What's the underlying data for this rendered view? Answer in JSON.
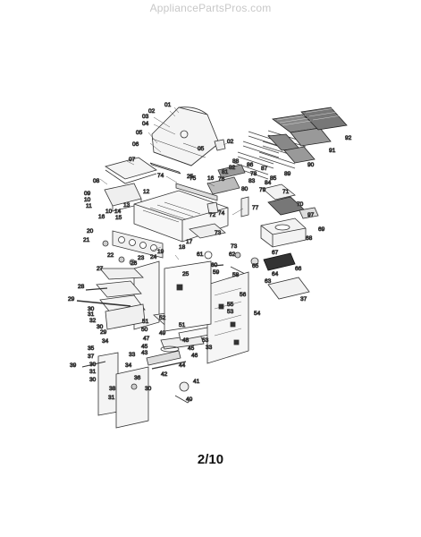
{
  "watermark": "AppliancePartsPros.com",
  "page_label": "2/10",
  "callouts": [
    {
      "id": "c01",
      "text": "01"
    },
    {
      "id": "c02a",
      "text": "02"
    },
    {
      "id": "c02b",
      "text": "02"
    },
    {
      "id": "c03",
      "text": "03"
    },
    {
      "id": "c04",
      "text": "04"
    },
    {
      "id": "c05a",
      "text": "05"
    },
    {
      "id": "c05b",
      "text": "05"
    },
    {
      "id": "c06",
      "text": "06"
    },
    {
      "id": "c07",
      "text": "07"
    },
    {
      "id": "c08",
      "text": "08"
    },
    {
      "id": "c09",
      "text": "09"
    },
    {
      "id": "c10a",
      "text": "10"
    },
    {
      "id": "c11",
      "text": "11"
    },
    {
      "id": "c10b",
      "text": "10"
    },
    {
      "id": "c12",
      "text": "12"
    },
    {
      "id": "c13",
      "text": "13"
    },
    {
      "id": "c14",
      "text": "14"
    },
    {
      "id": "c15",
      "text": "15"
    },
    {
      "id": "c16a",
      "text": "16"
    },
    {
      "id": "c16b",
      "text": "16"
    },
    {
      "id": "c17",
      "text": "17"
    },
    {
      "id": "c18",
      "text": "18"
    },
    {
      "id": "c19",
      "text": "19"
    },
    {
      "id": "c20",
      "text": "20"
    },
    {
      "id": "c21",
      "text": "21"
    },
    {
      "id": "c22",
      "text": "22"
    },
    {
      "id": "c23",
      "text": "23"
    },
    {
      "id": "c24",
      "text": "24"
    },
    {
      "id": "c25a",
      "text": "25"
    },
    {
      "id": "c25b",
      "text": "25"
    },
    {
      "id": "c26",
      "text": "26"
    },
    {
      "id": "c27",
      "text": "27"
    },
    {
      "id": "c28",
      "text": "28"
    },
    {
      "id": "c29a",
      "text": "29"
    },
    {
      "id": "c29b",
      "text": "29"
    },
    {
      "id": "c30a",
      "text": "30"
    },
    {
      "id": "c31a",
      "text": "31"
    },
    {
      "id": "c32",
      "text": "32"
    },
    {
      "id": "c30b",
      "text": "30"
    },
    {
      "id": "c30c",
      "text": "30"
    },
    {
      "id": "c31b",
      "text": "31"
    },
    {
      "id": "c30d",
      "text": "30"
    },
    {
      "id": "c31c",
      "text": "31"
    },
    {
      "id": "c30e",
      "text": "30"
    },
    {
      "id": "c33a",
      "text": "33"
    },
    {
      "id": "c33b",
      "text": "33"
    },
    {
      "id": "c34a",
      "text": "34"
    },
    {
      "id": "c34b",
      "text": "34"
    },
    {
      "id": "c35",
      "text": "35"
    },
    {
      "id": "c36",
      "text": "36"
    },
    {
      "id": "c37a",
      "text": "37"
    },
    {
      "id": "c37b",
      "text": "37"
    },
    {
      "id": "c38",
      "text": "38"
    },
    {
      "id": "c39",
      "text": "39"
    },
    {
      "id": "c40",
      "text": "40"
    },
    {
      "id": "c41",
      "text": "41"
    },
    {
      "id": "c42",
      "text": "42"
    },
    {
      "id": "c43",
      "text": "43"
    },
    {
      "id": "c44",
      "text": "44"
    },
    {
      "id": "c45a",
      "text": "45"
    },
    {
      "id": "c45b",
      "text": "45"
    },
    {
      "id": "c46",
      "text": "46"
    },
    {
      "id": "c47",
      "text": "47"
    },
    {
      "id": "c48",
      "text": "48"
    },
    {
      "id": "c49",
      "text": "49"
    },
    {
      "id": "c50",
      "text": "50"
    },
    {
      "id": "c51a",
      "text": "51"
    },
    {
      "id": "c51b",
      "text": "51"
    },
    {
      "id": "c52",
      "text": "52"
    },
    {
      "id": "c53a",
      "text": "53"
    },
    {
      "id": "c53b",
      "text": "53"
    },
    {
      "id": "c54",
      "text": "54"
    },
    {
      "id": "c55",
      "text": "55"
    },
    {
      "id": "c56",
      "text": "56"
    },
    {
      "id": "c58",
      "text": "58"
    },
    {
      "id": "c59",
      "text": "59"
    },
    {
      "id": "c60",
      "text": "60"
    },
    {
      "id": "c61",
      "text": "61"
    },
    {
      "id": "c62",
      "text": "62"
    },
    {
      "id": "c63",
      "text": "63"
    },
    {
      "id": "c64",
      "text": "64"
    },
    {
      "id": "c65",
      "text": "65"
    },
    {
      "id": "c66",
      "text": "66"
    },
    {
      "id": "c67",
      "text": "67"
    },
    {
      "id": "c68",
      "text": "68"
    },
    {
      "id": "c69",
      "text": "69"
    },
    {
      "id": "c70",
      "text": "70"
    },
    {
      "id": "c71",
      "text": "71"
    },
    {
      "id": "c72",
      "text": "72"
    },
    {
      "id": "c73a",
      "text": "73"
    },
    {
      "id": "c73b",
      "text": "73"
    },
    {
      "id": "c74a",
      "text": "74"
    },
    {
      "id": "c74b",
      "text": "74"
    },
    {
      "id": "c75",
      "text": "75"
    },
    {
      "id": "c76",
      "text": "76"
    },
    {
      "id": "c77",
      "text": "77"
    },
    {
      "id": "c78",
      "text": "78"
    },
    {
      "id": "c79",
      "text": "79"
    },
    {
      "id": "c80",
      "text": "80"
    },
    {
      "id": "c81",
      "text": "81"
    },
    {
      "id": "c82",
      "text": "82"
    },
    {
      "id": "c83",
      "text": "83"
    },
    {
      "id": "c84",
      "text": "84"
    },
    {
      "id": "c85",
      "text": "85"
    },
    {
      "id": "c86",
      "text": "86"
    },
    {
      "id": "c87",
      "text": "87"
    },
    {
      "id": "c88",
      "text": "88"
    },
    {
      "id": "c89",
      "text": "89"
    },
    {
      "id": "c90",
      "text": "90"
    },
    {
      "id": "c91",
      "text": "91"
    },
    {
      "id": "c92",
      "text": "92"
    },
    {
      "id": "c97",
      "text": "97"
    }
  ]
}
